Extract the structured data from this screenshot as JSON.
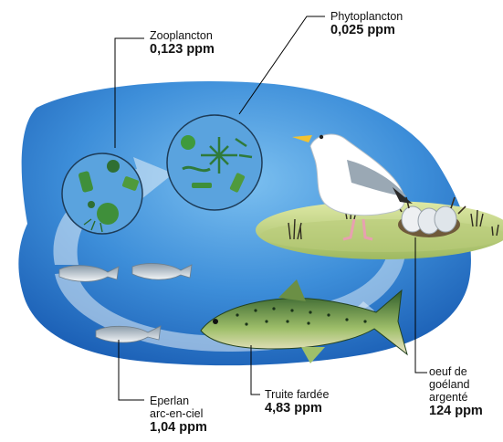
{
  "labels": {
    "zooplancton": {
      "name": "Zooplancton",
      "value": "0,123 ppm"
    },
    "phytoplancton": {
      "name": "Phytoplancton",
      "value": "0,025 ppm"
    },
    "oeuf": {
      "name_line1": "oeuf de",
      "name_line2": "goéland",
      "name_line3": "argenté",
      "value": "124 ppm"
    },
    "truite": {
      "name": "Truite fardée",
      "value": "4,83 ppm"
    },
    "eperlan": {
      "name_line1": "Eperlan",
      "name_line2": "arc-en-ciel",
      "value": "1,04 ppm"
    }
  },
  "colors": {
    "water_light": "#5aa8e6",
    "water_dark": "#1f6cc4",
    "island": "#c9d98a",
    "arrow": "#d6e8f5",
    "plankton_green": "#3f8f3a",
    "trout_green": "#2f6b2c"
  }
}
